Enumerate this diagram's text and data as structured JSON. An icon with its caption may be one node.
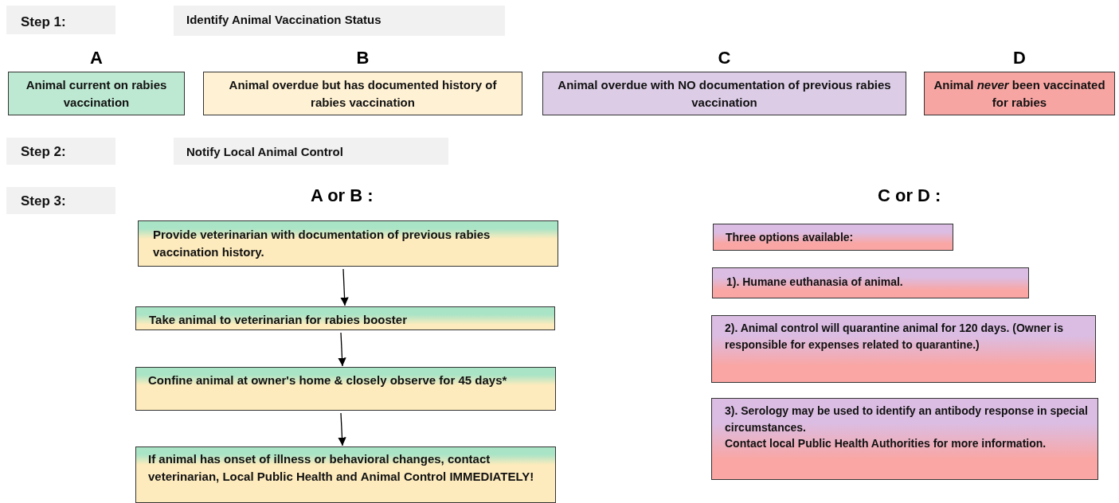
{
  "diagram": {
    "nodes": [
      {
        "text": [
          "Step 1:"
        ]
      },
      {
        "text": [
          "Identify Animal Vaccination Status"
        ]
      },
      {
        "text": [
          "A",
          "Animal current on rabies vaccination"
        ]
      },
      {
        "text": [
          "B",
          "Animal overdue but has documented history of rabies vaccination"
        ]
      },
      {
        "text": [
          "C",
          "Animal overdue with NO documentation of previous rabies vaccination"
        ]
      },
      {
        "text": [
          "D",
          "Animal *never* been vaccinated for rabies"
        ]
      },
      {
        "text": [
          "Step 2:"
        ]
      },
      {
        "text": [
          "**Notify Local Animal Control**"
        ]
      },
      {
        "text": [
          "Step 3:"
        ]
      },
      {
        "text": [
          "Provide veterinarian with documentation of previous rabies vaccination history."
        ]
      },
      {
        "text": [
          "Take animal to veterinarian for rabies booster"
        ]
      },
      {
        "text": [
          "Confine animal at owner's home & closely observe for 45 days*"
        ]
      },
      {
        "text": [
          "If animal has onset of illness or behavioral changes, contact veterinarian, **Local Public Health** and **Animal Control** IMMEDIATELY!"
        ]
      },
      {
        "text": [
          "Three options available:"
        ]
      },
      {
        "text": [
          "1). Humane euthanasia of animal."
        ]
      },
      {
        "text": [
          "2). Animal control will quarantine animal for 120 days. (Owner is responsible for expenses related to quarantine.)"
        ]
      },
      {
        "text": [
          "3). Serology may be used to identify an antibody response in special circumstances.",
          "Contact local **Public Health Authorities** for more information."
        ]
      }
    ],
    "edges": [
      {
        "from": 9,
        "to": 10,
        "arrow": "to"
      },
      {
        "from": 10,
        "to": 11,
        "arrow": "to"
      },
      {
        "from": 11,
        "to": 12,
        "arrow": "to"
      }
    ],
    "labels": [
      "A or B :",
      "C or D :"
    ]
  }
}
